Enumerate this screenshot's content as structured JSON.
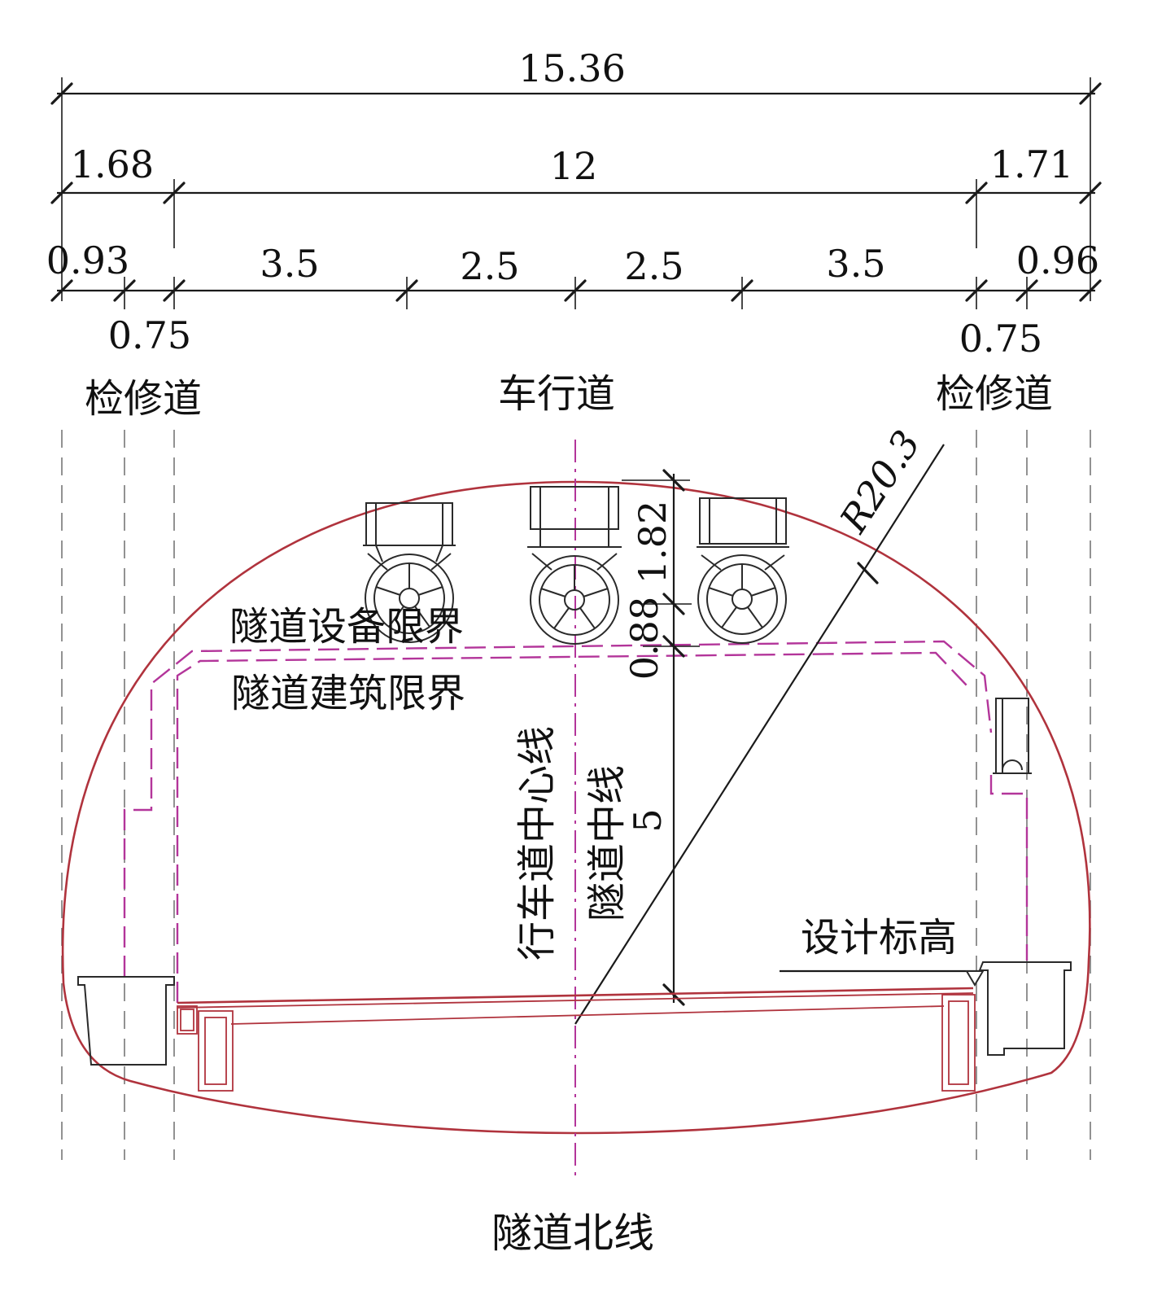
{
  "dimensions": {
    "total_width": "15.36",
    "left_section": "1.68",
    "carriageway": "12",
    "right_section": "1.71",
    "left_outer": "0.93",
    "left_inner": "0.75",
    "lane_1": "3.5",
    "lane_2": "2.5",
    "lane_3": "2.5",
    "lane_4": "3.5",
    "right_inner": "0.75",
    "right_outer": "0.96",
    "fan_height": "1.82",
    "clearance_gap": "0.88",
    "vertical_clearance": "5",
    "radius": "R20.3"
  },
  "labels": {
    "inspection_walkway_left": "检修道",
    "carriageway": "车行道",
    "inspection_walkway_right": "检修道",
    "equipment_clearance": "隧道设备限界",
    "building_clearance": "隧道建筑限界",
    "lane_centerline": "行车道中心线",
    "tunnel_centerline": "隧道中线",
    "design_elevation": "设计标高",
    "caption": "隧道北线"
  },
  "colors": {
    "lining": "#b0333d",
    "clearance": "#b3359a",
    "ink": "#1a1a1a"
  }
}
